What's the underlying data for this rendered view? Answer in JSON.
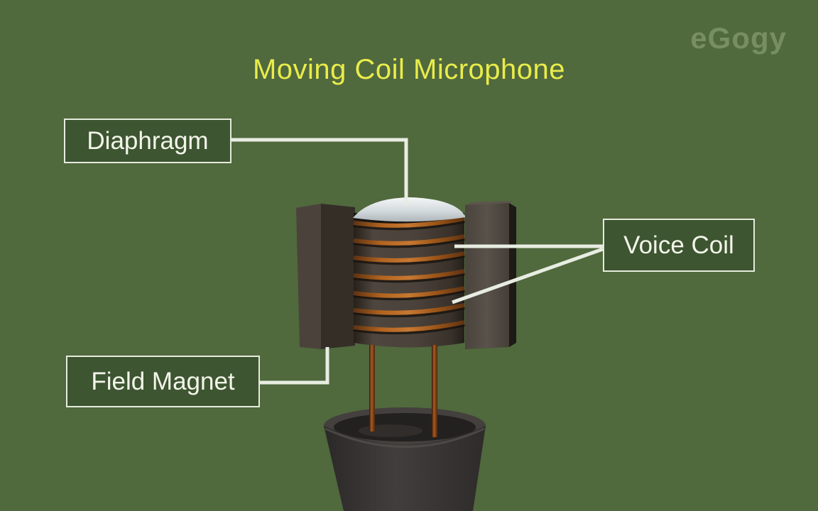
{
  "title": "Moving Coil Microphone",
  "watermark": "eGogy",
  "labels": {
    "diaphragm": "Diaphragm",
    "voice_coil": "Voice Coil",
    "field_magnet": "Field Magnet"
  },
  "colors": {
    "background": "#50693d",
    "title_text": "#e9ec4b",
    "watermark_text": "#7b9367",
    "label_box_fill": "#3d5531",
    "label_box_border": "#e6ebdd",
    "label_text": "#f3f5ea",
    "leader_line": "#e8ede2",
    "copper_wire": "#b2641f",
    "magnet_block": "#3a332c",
    "coil_cylinder": "#4a423b",
    "diaphragm_dome": "#d4dadd",
    "pot_body": "#393635"
  }
}
